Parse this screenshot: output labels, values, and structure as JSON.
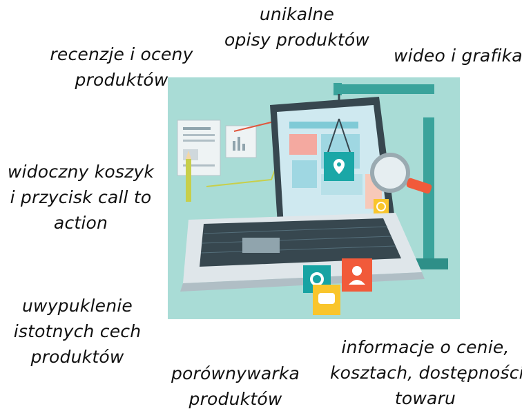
{
  "labels": {
    "unique_descriptions": [
      "unikalne",
      "opisy produktów"
    ],
    "reviews": [
      "recenzje i oceny",
      "produktów"
    ],
    "video": [
      "wideo i grafika"
    ],
    "cart": [
      "widoczny koszyk",
      "i przycisk call to",
      "action"
    ],
    "features": [
      "uwypuklenie",
      "istotnych cech",
      "produktów"
    ],
    "comparison": [
      "porównywarka",
      "produktów"
    ],
    "price_info": [
      "informacje o cenie,",
      "kosztach, dostępności",
      "towaru"
    ]
  },
  "colors": {
    "illustration_bg": "#a9dcd6",
    "laptop_dark": "#37474f",
    "laptop_body": "#dfe6ea",
    "screen_bg": "#cfe9f0",
    "teal": "#17a3a3",
    "accent_red": "#f15a3a",
    "accent_orange": "#f7901e",
    "accent_yellow": "#f9c52c",
    "crane": "#3aa39b"
  },
  "icons": [
    "document-icon",
    "pencil-icon",
    "chart-card-icon",
    "crane-hook-icon",
    "location-pin-icon",
    "magnifier-icon",
    "power-icon",
    "gear-icon",
    "user-icon",
    "chat-icon"
  ]
}
